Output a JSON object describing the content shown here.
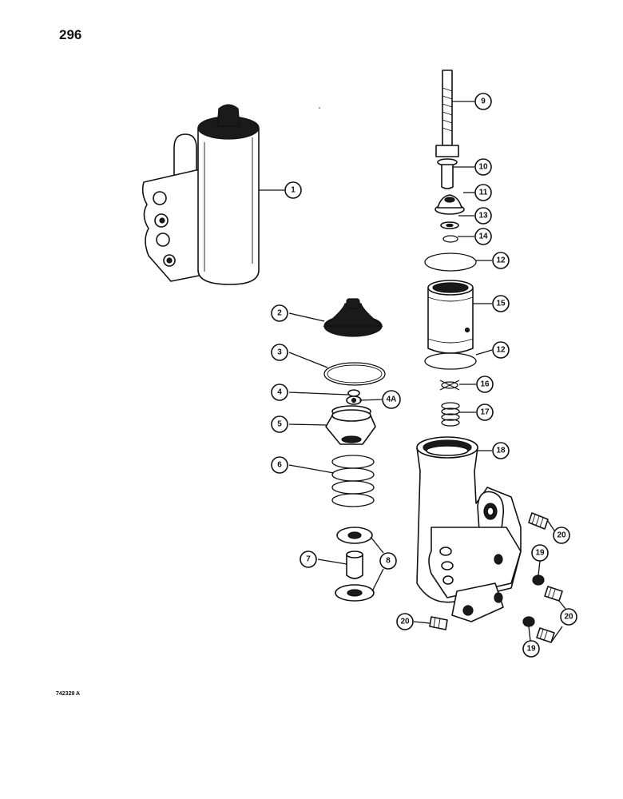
{
  "page_number": "296",
  "figure_code": "742329 A",
  "callouts": [
    "1",
    "2",
    "3",
    "4",
    "4A",
    "5",
    "6",
    "7",
    "8",
    "9",
    "10",
    "11",
    "12",
    "13",
    "14",
    "15",
    "16",
    "17",
    "18",
    "19",
    "20"
  ],
  "callouts_repeated": [
    "8",
    "12",
    "19",
    "20",
    "20"
  ]
}
